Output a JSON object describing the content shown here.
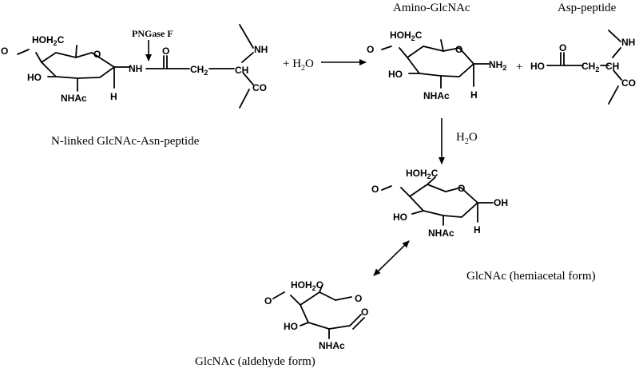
{
  "captions": {
    "glcnac_asn_peptide": "N-linked GlcNAc-Asn-peptide",
    "amino_glcnac": "Amino-GlcNAc",
    "asp_peptide": "Asp-peptide",
    "hemiacetal": "GlcNAc (hemiacetal form)",
    "aldehyde": "GlcNAc (aldehyde form)"
  },
  "reagents": {
    "enzyme": "PNGase F",
    "plus_water_main": "H2O",
    "plus": "+",
    "water_hydrolysis": "H2O"
  },
  "atoms": {
    "hoh2c": "HOH2C",
    "o": "O",
    "ho": "HO",
    "nhac": "NHAc",
    "h": "H",
    "nh": "NH",
    "nh2": "NH2",
    "ch": "CH",
    "ch2": "CH2",
    "co": "CO",
    "ho_acid": "HO",
    "oh": "OH"
  }
}
